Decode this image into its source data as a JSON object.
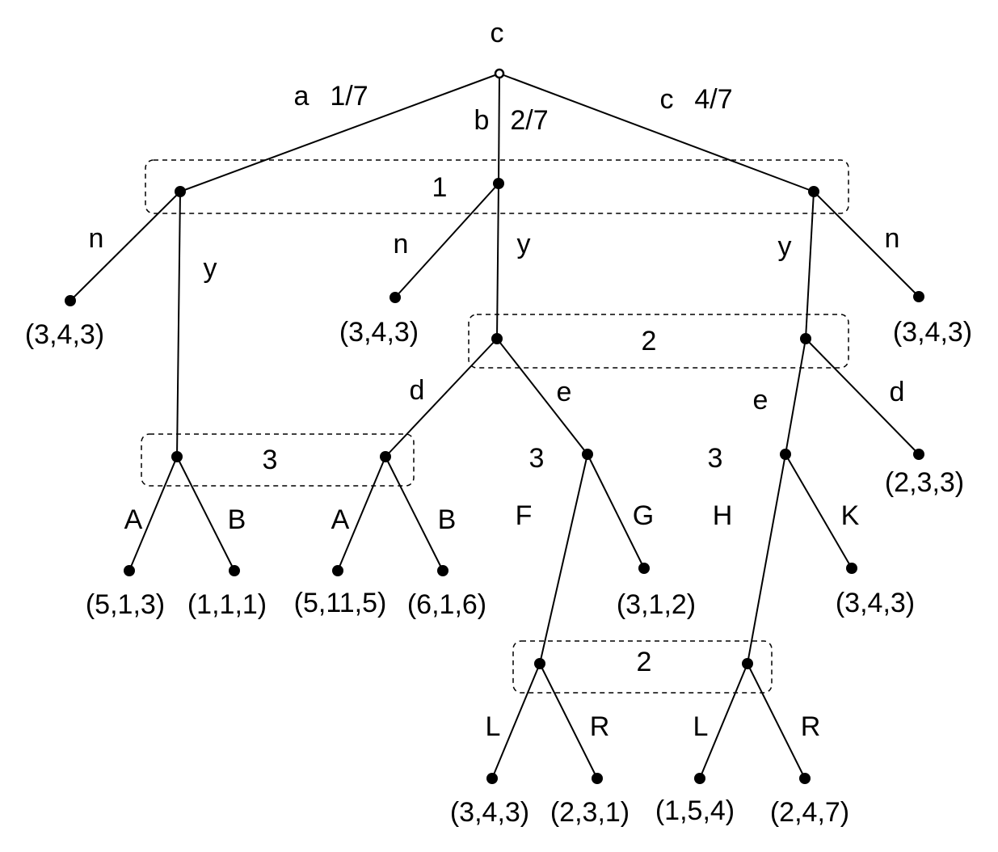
{
  "root_player": "c",
  "chance_branches": [
    {
      "action": "a",
      "prob": "1/7"
    },
    {
      "action": "b",
      "prob": "2/7"
    },
    {
      "action": "c",
      "prob": "4/7"
    }
  ],
  "info_sets": {
    "p1": "1",
    "p2_upper": "2",
    "p3_left": "3",
    "p3_mid": "3",
    "p3_right": "3",
    "p2_lower": "2"
  },
  "actions": {
    "a_n": "n",
    "a_y": "y",
    "b_n": "n",
    "b_y": "y",
    "c_y": "y",
    "c_n": "n",
    "b_d": "d",
    "b_e": "e",
    "c_e": "e",
    "c_d": "d",
    "a_A": "A",
    "a_B": "B",
    "bd_A": "A",
    "bd_B": "B",
    "be_F": "F",
    "be_G": "G",
    "ce_H": "H",
    "ce_K": "K",
    "beF_L": "L",
    "beF_R": "R",
    "ceH_L": "L",
    "ceH_R": "R"
  },
  "payoffs": {
    "a_n": "(3,4,3)",
    "b_n": "(3,4,3)",
    "c_n": "(3,4,3)",
    "c_y_d": "(2,3,3)",
    "a_y_A": "(5,1,3)",
    "a_y_B": "(1,1,1)",
    "b_y_d_A": "(5,11,5)",
    "b_y_d_B": "(6,1,6)",
    "b_y_e_G": "(3,1,2)",
    "c_y_e_K": "(3,4,3)",
    "b_y_e_F_L": "(3,4,3)",
    "b_y_e_F_R": "(2,3,1)",
    "c_y_e_H_L": "(1,5,4)",
    "c_y_e_H_R": "(2,4,7)"
  }
}
